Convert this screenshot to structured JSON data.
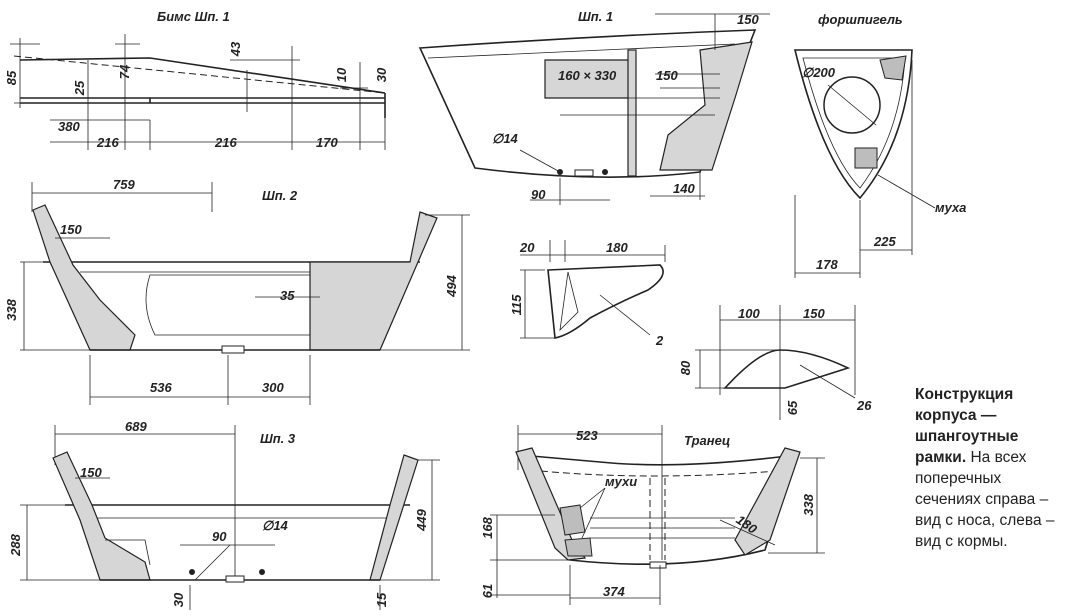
{
  "titles": {
    "beams": "Бимс Шп. 1",
    "frame1": "Шп. 1",
    "frame2": "Шп. 2",
    "frame3": "Шп. 3",
    "forepeak": "форшпигель",
    "transom": "Транец",
    "mukha": "муха",
    "mukhi": "мухи"
  },
  "dims": {
    "b85": "85",
    "b25": "25",
    "b74": "74",
    "b43": "43",
    "b10": "10",
    "b30": "30",
    "b380": "380",
    "b216a": "216",
    "b216b": "216",
    "b170": "170",
    "f1_150a": "150",
    "f1_160x330": "160 × 330",
    "f1_150b": "150",
    "f1_d14": "∅14",
    "f1_90": "90",
    "f1_140": "140",
    "fp_d200": "∅200",
    "fp_225": "225",
    "fp_178": "178",
    "f2_759": "759",
    "f2_150": "150",
    "f2_338": "338",
    "f2_35": "35",
    "f2_494": "494",
    "f2_536": "536",
    "f2_300": "300",
    "k_20": "20",
    "k_180": "180",
    "k_115": "115",
    "k_2": "2",
    "k2_100": "100",
    "k2_150": "150",
    "k2_80": "80",
    "k2_65": "65",
    "k2_26": "26",
    "f3_689": "689",
    "f3_150": "150",
    "f3_d14": "∅14",
    "f3_90": "90",
    "f3_288": "288",
    "f3_449": "449",
    "f3_30": "30",
    "f3_15": "15",
    "t_523": "523",
    "t_168": "168",
    "t_180": "180",
    "t_338": "338",
    "t_61": "61",
    "t_374": "374"
  },
  "caption": {
    "bold": "Конструкция корпуса — шпангоутные рамки.",
    "text": " На всех поперечных сечениях справа – вид с носа, слева – вид с кормы."
  }
}
